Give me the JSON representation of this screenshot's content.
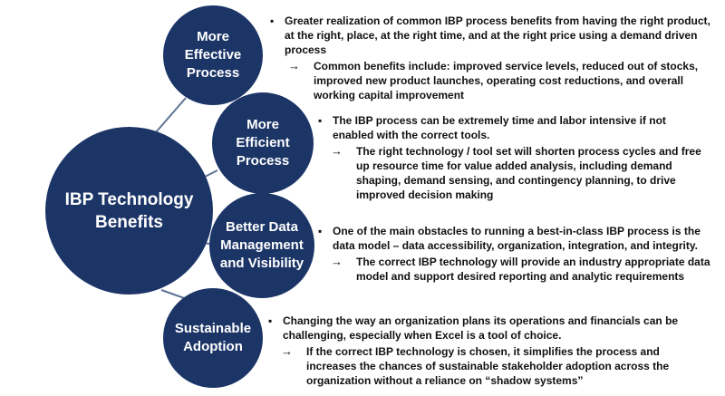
{
  "hub": {
    "label": "IBP Technology\nBenefits"
  },
  "benefits": [
    {
      "title": "More\nEffective\nProcess",
      "bullet": "Greater realization of common IBP process benefits from having the right product, at the right, place, at the right time, and at the right price using a demand driven process",
      "sub": "Common benefits include: improved service levels, reduced out of stocks, improved new product launches, operating cost reductions, and overall working capital improvement"
    },
    {
      "title": "More\nEfficient\nProcess",
      "bullet": "The IBP process can be extremely time and labor intensive if not enabled with the correct tools.",
      "sub": "The right technology / tool set will shorten process cycles and free up resource  time for value added analysis, including demand shaping, demand sensing, and contingency planning, to drive improved decision making"
    },
    {
      "title": "Better Data\nManagement\nand Visibility",
      "bullet": "One of the main obstacles to running a best-in-class IBP process is the data model – data accessibility, organization, integration, and integrity.",
      "sub": "The correct IBP technology will provide an industry appropriate data model and support desired reporting and analytic requirements"
    },
    {
      "title": "Sustainable\nAdoption",
      "bullet": "Changing the way an organization plans its operations and financials can be challenging, especially when Excel is a tool of choice.",
      "sub": "If the correct IBP technology is chosen, it simplifies the process and increases the chances of sustainable stakeholder adoption across the organization without a reliance on “shadow systems”"
    }
  ],
  "markers": {
    "bullet": "▪",
    "sub": "→"
  },
  "colors": {
    "circle_fill": "#1c3567",
    "connector": "#5f7496",
    "text": "#111111"
  }
}
